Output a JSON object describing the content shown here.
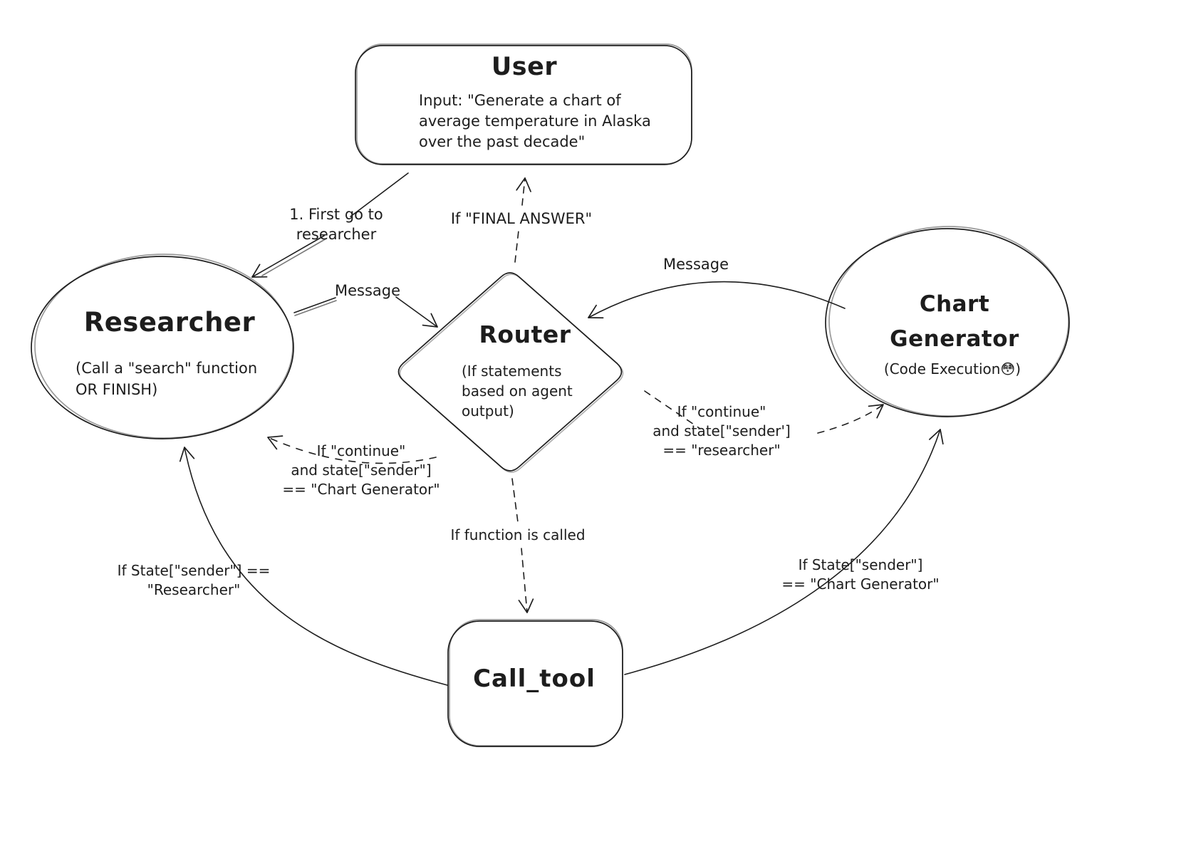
{
  "diagram_title": "Multi-agent routing diagram",
  "colors": {
    "stroke": "#1e1e1e",
    "background": "#ffffff"
  },
  "nodes": {
    "user": {
      "title": "User",
      "body": "Input: \"Generate a chart of\naverage temperature in Alaska\nover the past decade\""
    },
    "researcher": {
      "title": "Researcher",
      "body": "(Call a \"search\" function\nOR FINISH)"
    },
    "router": {
      "title": "Router",
      "body": "(If statements\nbased on agent\noutput)"
    },
    "chart_generator": {
      "title": "Chart\nGenerator",
      "body": "(Code Execution😳)"
    },
    "call_tool": {
      "title": "Call_tool"
    }
  },
  "edges": {
    "user_to_researcher": {
      "label": "1. First go to\nresearcher",
      "style": "solid"
    },
    "researcher_to_router": {
      "label": "Message",
      "style": "solid"
    },
    "router_to_user": {
      "label": "If \"FINAL ANSWER\"",
      "style": "dashed"
    },
    "chartgen_to_router": {
      "label": "Message",
      "style": "solid"
    },
    "router_to_researcher": {
      "label": "If \"continue\"\nand state[\"sender\"]\n== \"Chart Generator\"",
      "style": "dashed"
    },
    "router_to_chartgen": {
      "label": "If \"continue\"\nand state[\"sender']\n== \"researcher\"",
      "style": "dashed"
    },
    "router_to_calltool": {
      "label": "If function is called",
      "style": "dashed"
    },
    "calltool_to_researcher": {
      "label": "If State[\"sender\"] ==\n\"Researcher\"",
      "style": "solid"
    },
    "calltool_to_chartgen": {
      "label": "If State[\"sender\"]\n== \"Chart Generator\"",
      "style": "solid"
    }
  }
}
